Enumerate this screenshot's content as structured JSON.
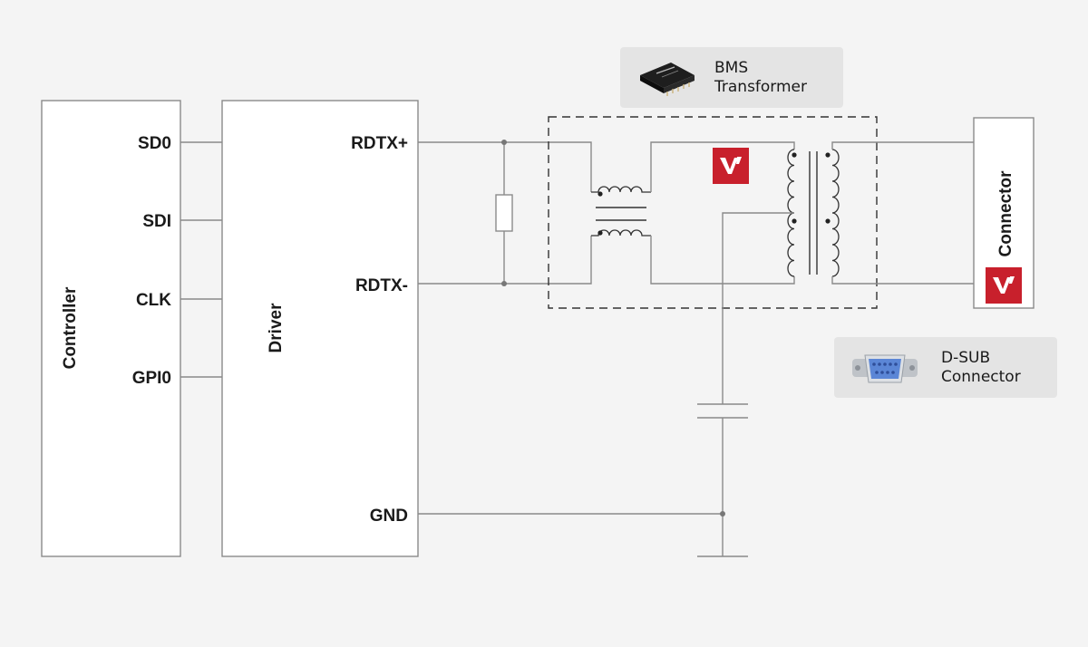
{
  "blocks": {
    "controller": "Controller",
    "driver": "Driver",
    "connector": "Connector"
  },
  "controller_pins": [
    "SD0",
    "SDI",
    "CLK",
    "GPI0"
  ],
  "driver_pins": {
    "rdtx_plus": "RDTX+",
    "rdtx_minus": "RDTX-",
    "gnd": "GND"
  },
  "callouts": {
    "transformer": {
      "line1": "BMS",
      "line2": "Transformer"
    },
    "dsub": {
      "line1": "D-SUB",
      "line2": "Connector"
    }
  },
  "colors": {
    "background": "#f4f4f4",
    "callout_bg": "#e4e4e4",
    "brand_red": "#c8202c",
    "dsub_blue": "#5b86d6"
  },
  "icons": [
    "transformer-chip-icon",
    "dsub-connector-icon",
    "brand-logo-icon"
  ]
}
